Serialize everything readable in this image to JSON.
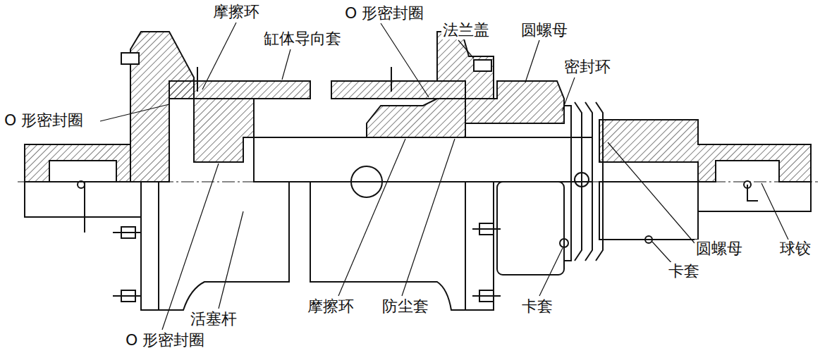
{
  "diagram": {
    "labels": [
      "摩擦环",
      "O 形密封圈",
      "缸体导向套",
      "法兰盖",
      "圆螺母",
      "密封环",
      "O 形密封圈",
      "活塞杆",
      "O 形密封圈",
      "摩擦环",
      "防尘套",
      "卡套",
      "圆螺母",
      "卡套",
      "球铰"
    ]
  }
}
